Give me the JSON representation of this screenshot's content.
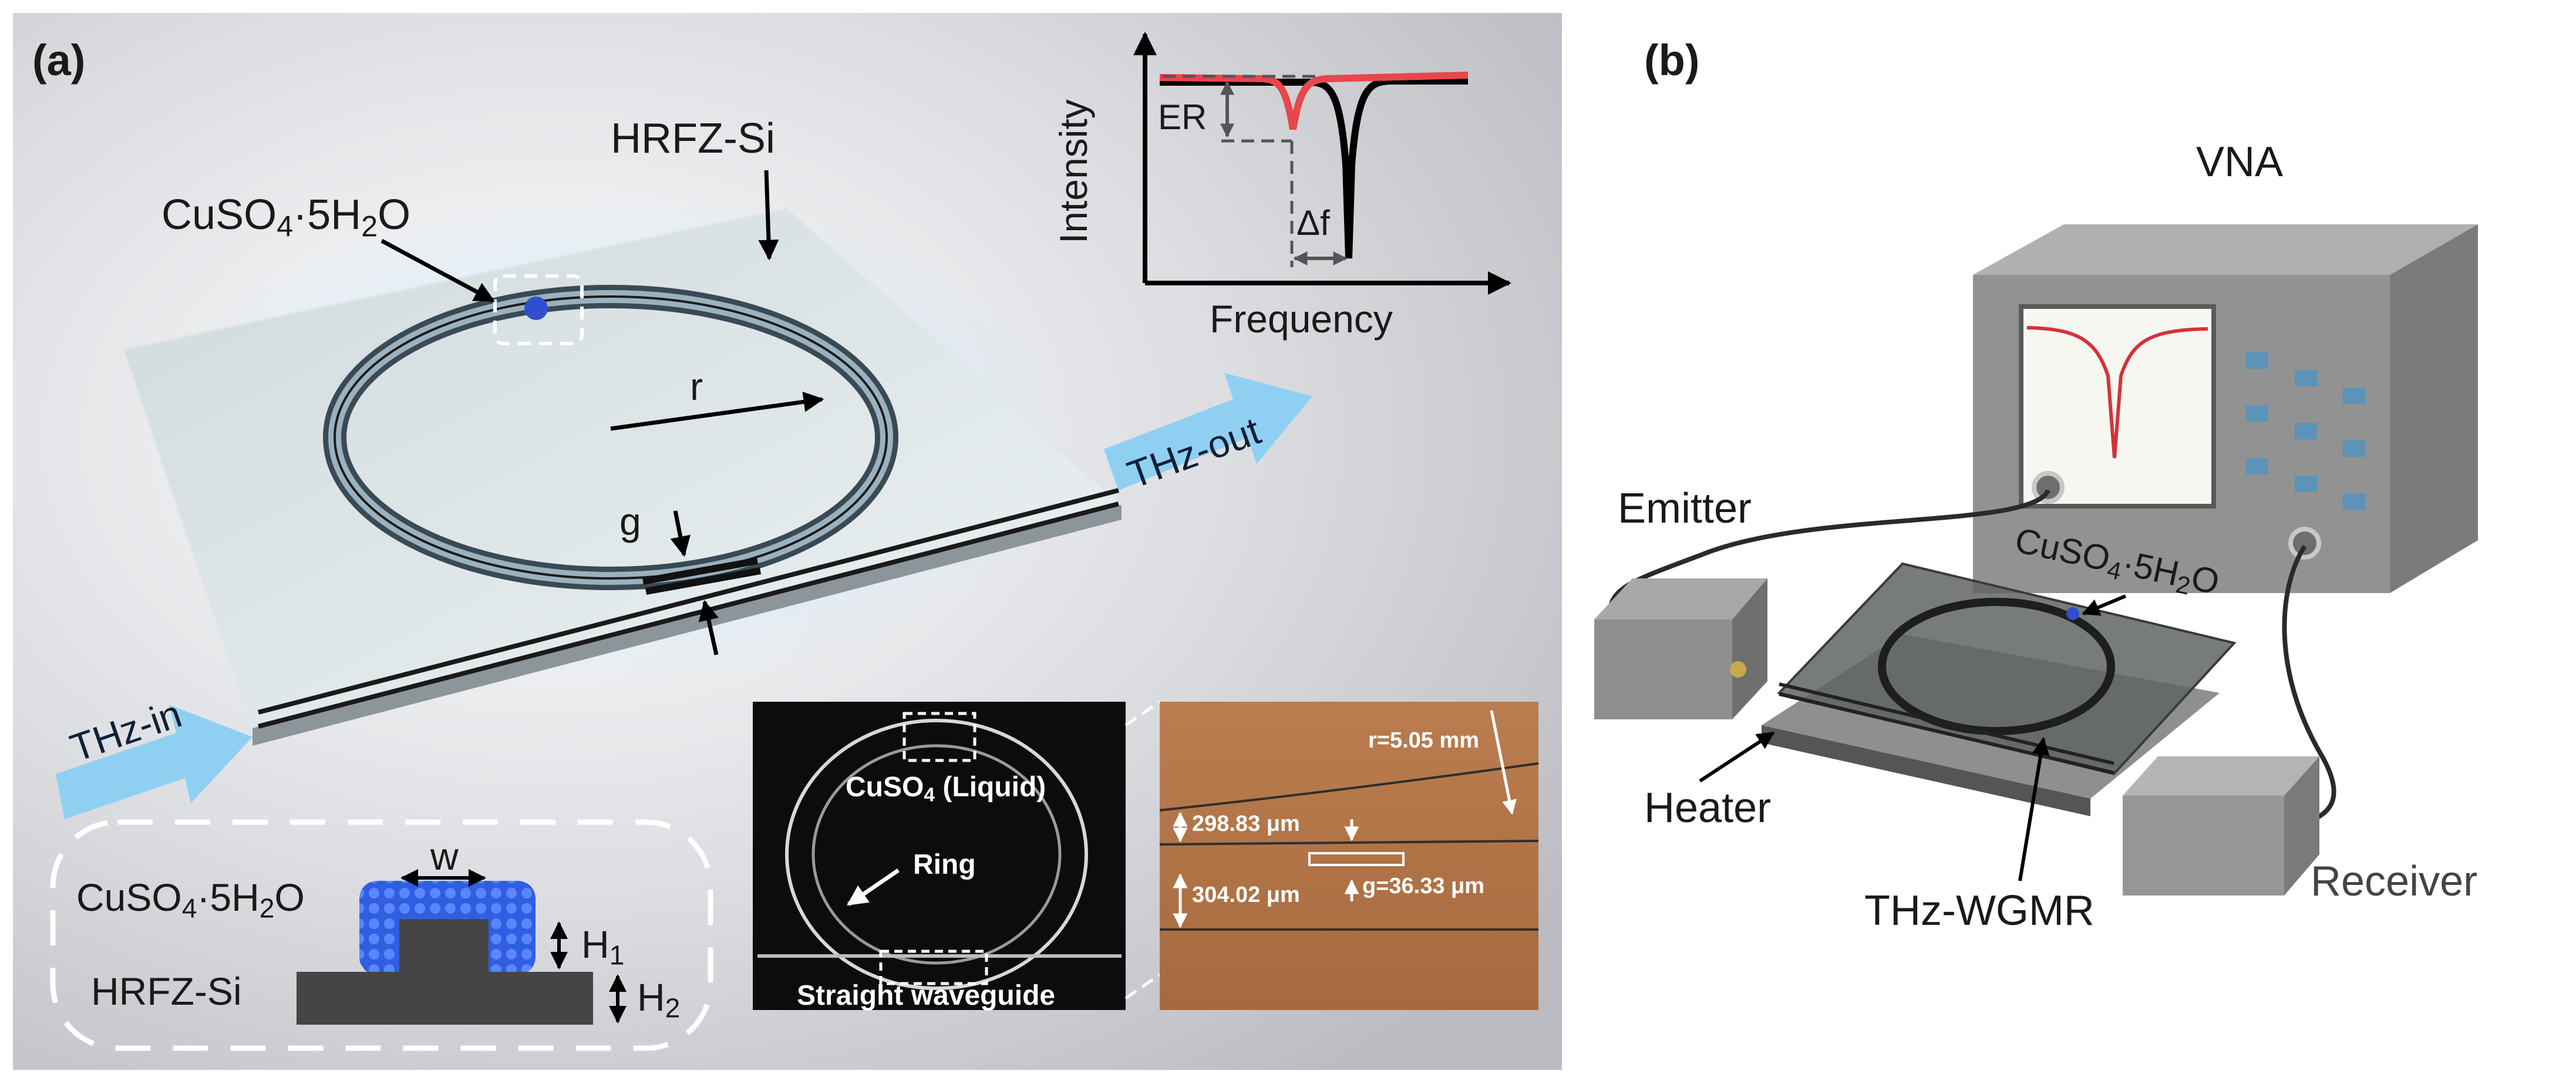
{
  "panel_a": {
    "label": "(a)",
    "substrate_label": "HRFZ-Si",
    "sample_label_main": "CuSO",
    "sample_label_sub": "4",
    "sample_label_mid": "·5H",
    "sample_label_sub2": "2",
    "sample_label_end": "O",
    "radius_label": "r",
    "gap_label": "g",
    "thz_in": "THz-in",
    "thz_out": "THz-out",
    "inset_chart": {
      "ylabel": "Intensity",
      "xlabel": "Frequency",
      "er_label": "ER",
      "df_label": "Δf"
    },
    "cross_section": {
      "width_label": "w",
      "h1_main": "H",
      "h1_sub": "1",
      "h2_main": "H",
      "h2_sub": "2",
      "sample_main": "CuSO",
      "sample_sub": "4",
      "sample_mid": "·5H",
      "sample_sub2": "2",
      "sample_end": "O",
      "substrate": "HRFZ-Si"
    },
    "photo": {
      "liquid_main": "CuSO",
      "liquid_sub": "4",
      "liquid_end": " (Liquid)",
      "ring_label": "Ring",
      "waveguide_label": "Straight waveguide"
    },
    "micrograph": {
      "radius": "r=5.05 mm",
      "dim1": "298.83 μm",
      "dim2": "304.02 μm",
      "gap": "g=36.33 μm"
    }
  },
  "panel_b": {
    "label": "(b)",
    "vna_label": "VNA",
    "emitter_label": "Emitter",
    "sample_main": "CuSO",
    "sample_sub": "4",
    "sample_mid": "·5H",
    "sample_sub2": "2",
    "sample_end": "O",
    "heater_label": "Heater",
    "device_label": "THz-WGMR",
    "receiver_label": "Receiver"
  },
  "colors": {
    "panel_a_bg": "#cfd0d4",
    "thz_arrow": "#8fd0f2",
    "sample_blue": "#2f5fe0",
    "curve_red": "#e8464a",
    "micrograph": "#b37648",
    "vna_body": "#8c8c8c"
  }
}
